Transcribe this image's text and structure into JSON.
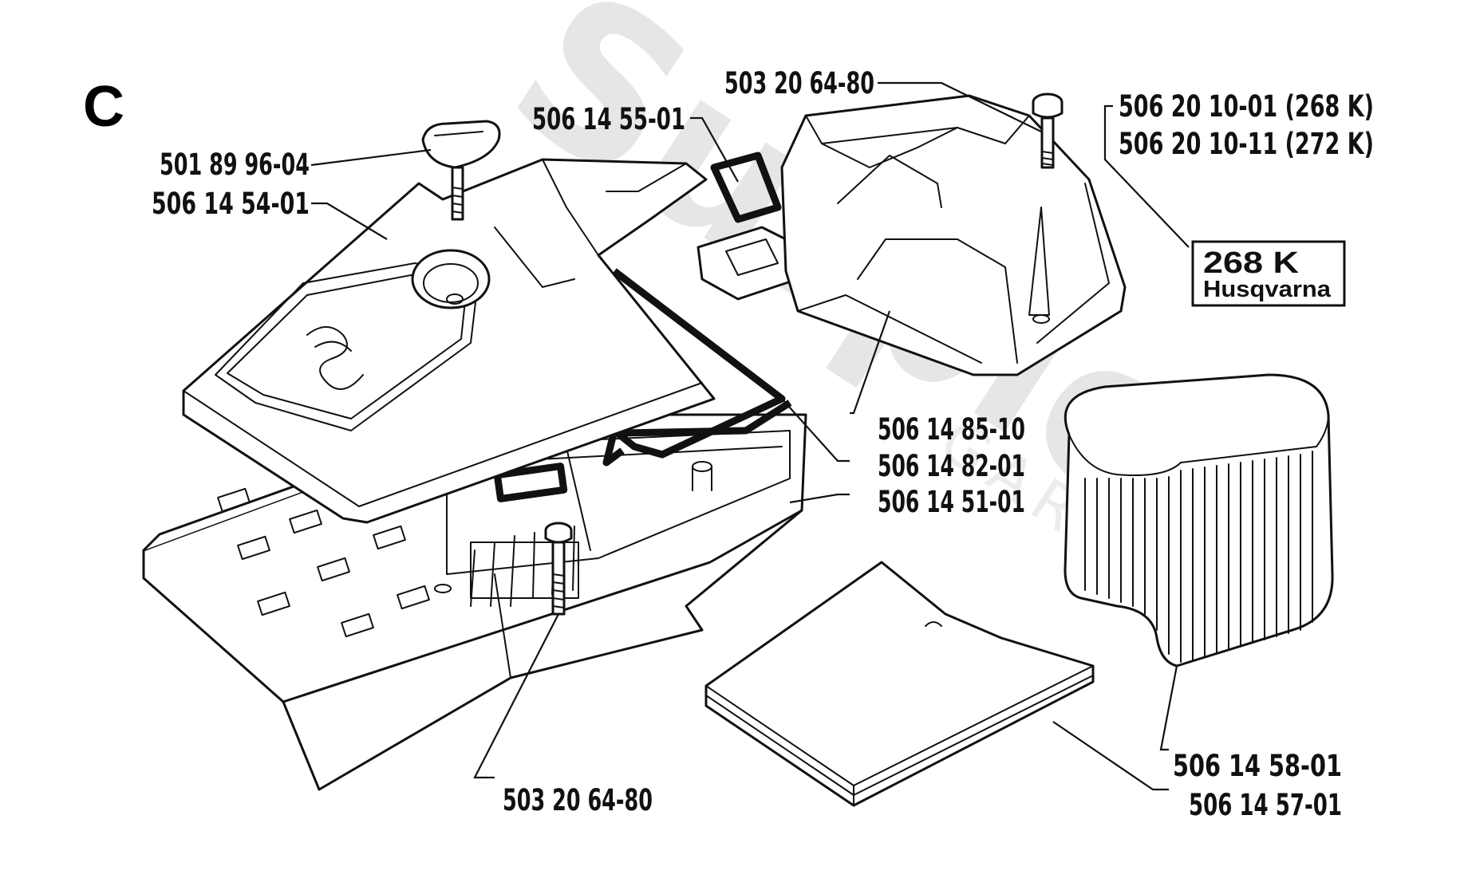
{
  "section_letter": "C",
  "watermark": {
    "main": "Surplex",
    "sub": "GARDEN"
  },
  "badge": {
    "line1": "268 K",
    "line2": "Husqvarna"
  },
  "labels": [
    {
      "id": "cap-knob",
      "text": "501 89 96-04"
    },
    {
      "id": "top-cover",
      "text": "506 14 54-01"
    },
    {
      "id": "small-gasket",
      "text": "506 14 55-01"
    },
    {
      "id": "screw-top",
      "text": "503 20 64-80"
    },
    {
      "id": "cover-268",
      "text": "506 20 10-01 (268 K)"
    },
    {
      "id": "cover-272",
      "text": "506 20 10-11 (272 K)"
    },
    {
      "id": "seal-1",
      "text": "506 14 85-10"
    },
    {
      "id": "gasket-2",
      "text": "506 14 82-01"
    },
    {
      "id": "housing",
      "text": "506 14 51-01"
    },
    {
      "id": "filter",
      "text": "506 14 58-01"
    },
    {
      "id": "filter-pad",
      "text": "506 14 57-01"
    },
    {
      "id": "screw-bottom",
      "text": "503 20 64-80"
    }
  ]
}
